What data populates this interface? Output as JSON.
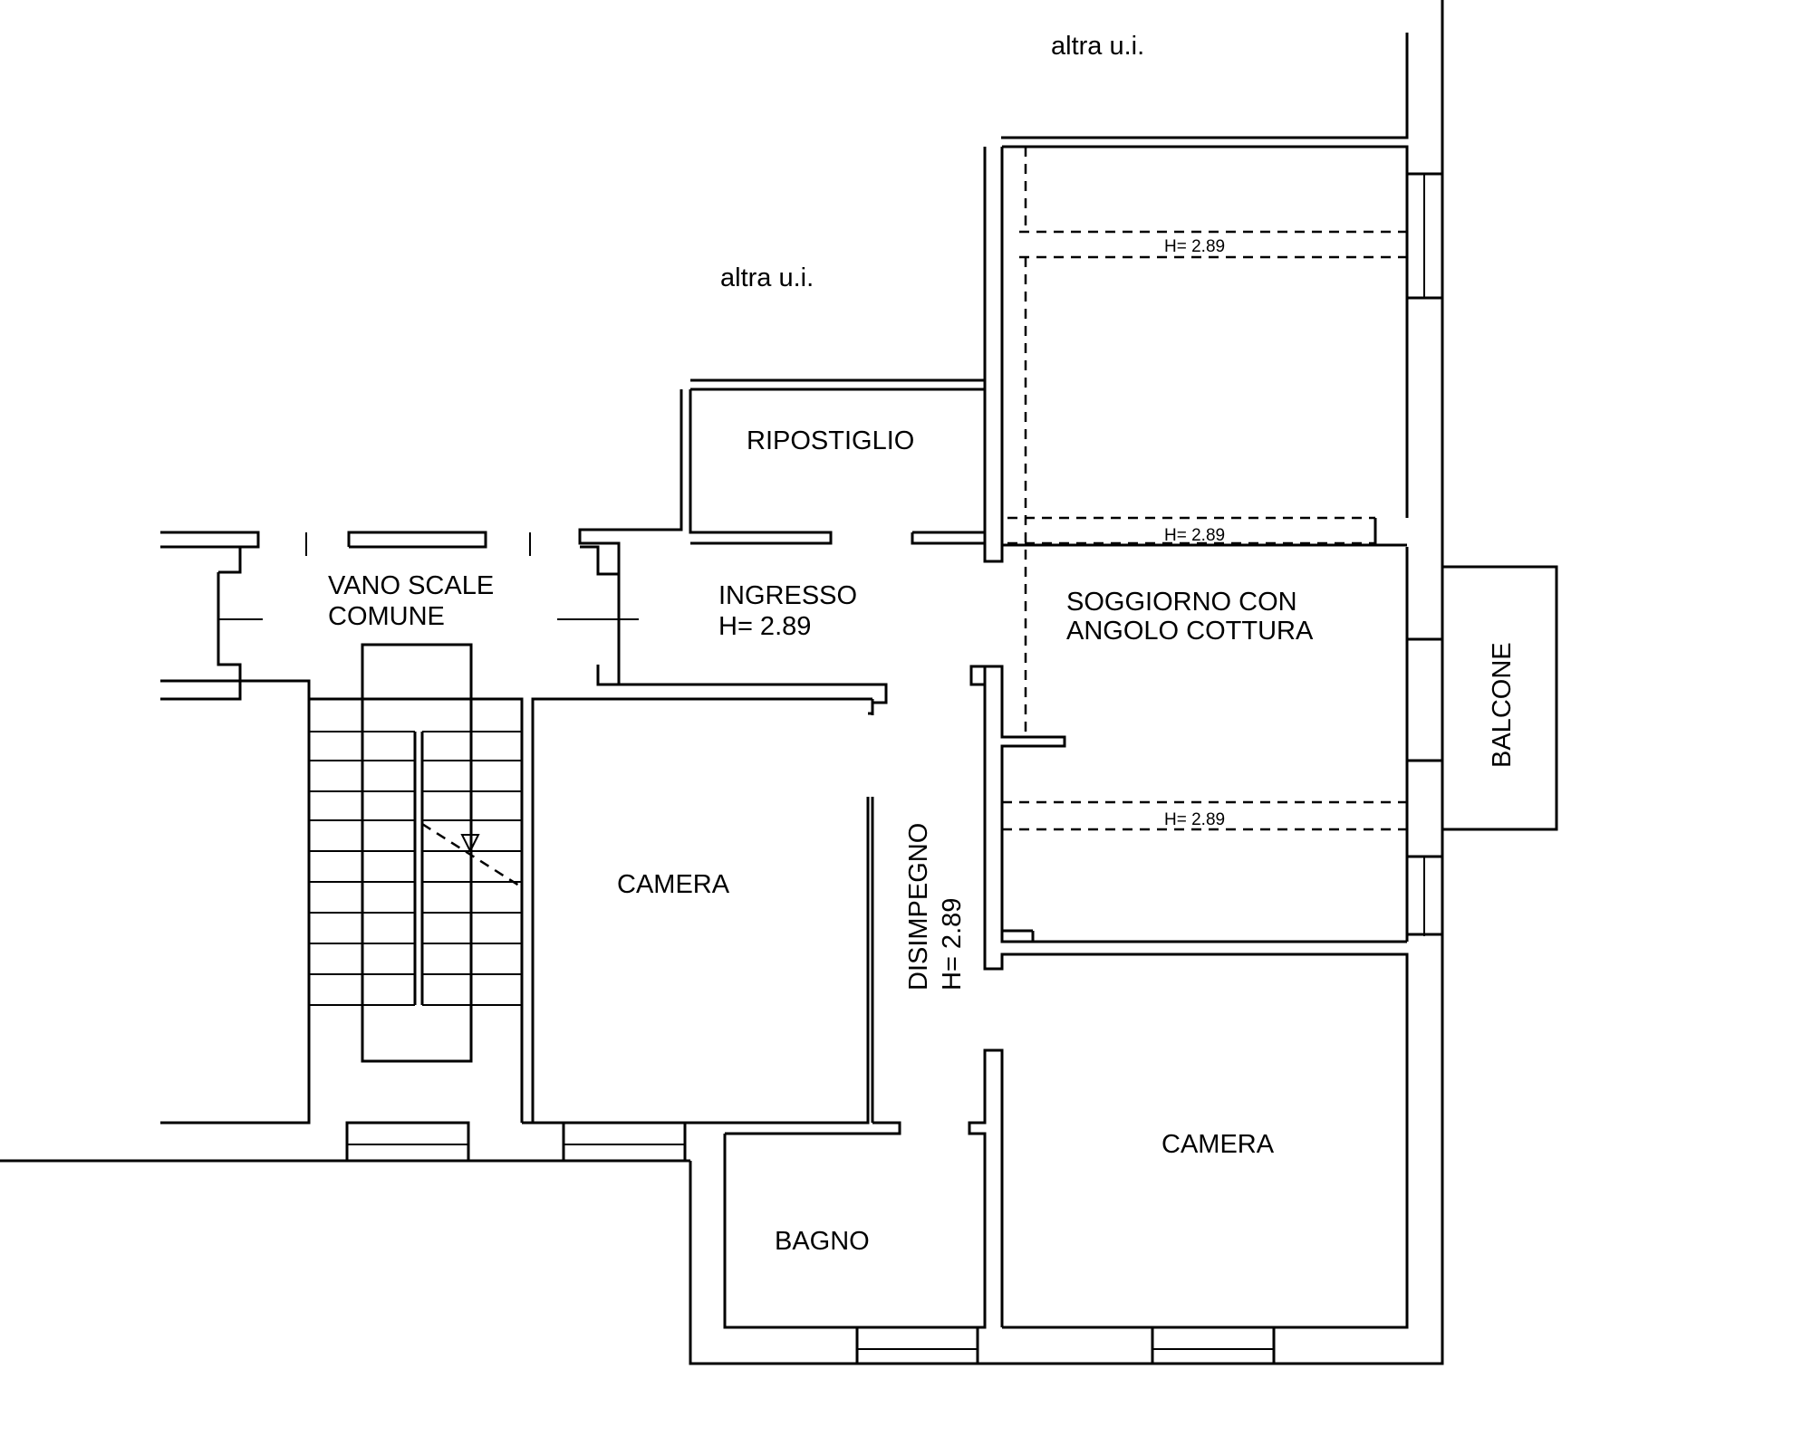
{
  "plan": {
    "labels": {
      "other_unit_top": "altra u.i.",
      "other_unit_left": "altra u.i.",
      "storage": "RIPOSTIGLIO",
      "stair_line1": "VANO SCALE",
      "stair_line2": "COMUNE",
      "entrance": "INGRESSO",
      "entrance_height": "H= 2.89",
      "living_line1": "SOGGIORNO CON",
      "living_line2": "ANGOLO COTTURA",
      "height_1": "H= 2.89",
      "height_2": "H= 2.89",
      "height_3": "H= 2.89",
      "balcony": "BALCONE",
      "bedroom_1": "CAMERA",
      "hallway": "DISIMPEGNO",
      "hallway_height": "H= 2.89",
      "bedroom_2": "CAMERA",
      "bathroom": "BAGNO"
    }
  }
}
